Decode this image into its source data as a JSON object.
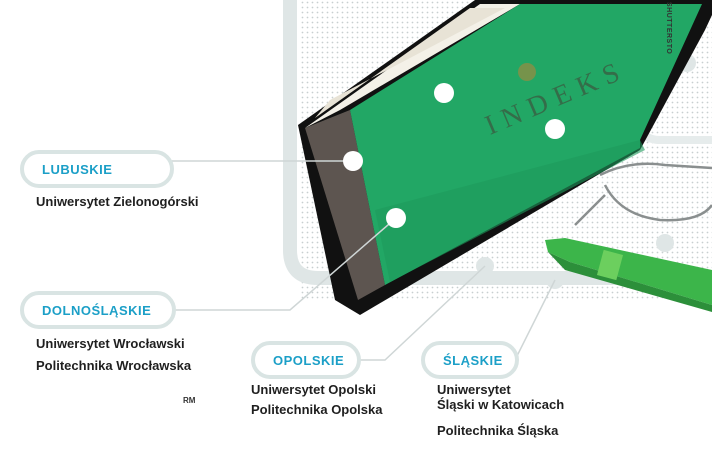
{
  "credit": "SHUTTERSTO",
  "book": {
    "title": "INDEKS"
  },
  "signature": "RM",
  "regions": [
    {
      "name": "LUBUSKIE",
      "universities": [
        "Uniwersytet Zielonogórski"
      ]
    },
    {
      "name": "DOLNOŚLĄSKIE",
      "universities": [
        "Uniwersytet Wrocławski",
        "Politechnika Wrocławska"
      ]
    },
    {
      "name": "OPOLSKIE",
      "universities": [
        "Uniwersytet Opolski",
        "Politechnika Opolska"
      ]
    },
    {
      "name": "ŚLĄSKIE",
      "universities": [
        "Uniwersytet",
        "Śląski w Katowicach",
        "Politechnika Śląska"
      ]
    }
  ],
  "colors": {
    "accent": "#1b9fc7",
    "book_green": "#22a765",
    "pen_green": "#3cb54a",
    "pill_border": "#d9e4e3"
  }
}
